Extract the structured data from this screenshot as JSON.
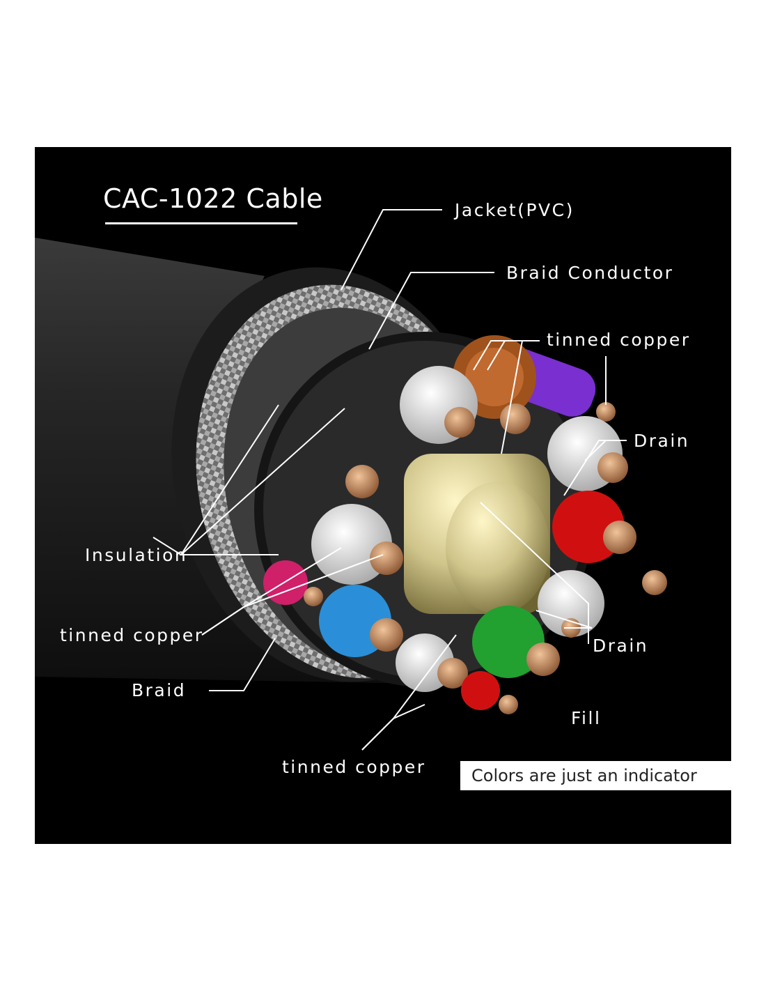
{
  "title": "CAC-1022 Cable",
  "labels": {
    "jacket": "Jacket(PVC)",
    "braid_conductor": "Braid Conductor",
    "tinned_copper_top": "tinned copper",
    "drain_top": "Drain",
    "insulation": "Insulation",
    "tinned_copper_left": "tinned copper",
    "braid": "Braid",
    "drain_bottom": "Drain",
    "fill": "Fill",
    "tinned_copper_bottom": "tinned copper"
  },
  "note": "Colors are just an indicator",
  "colors": {
    "background": "#000000",
    "jacket": "#2a2a2a",
    "braid": "#9a9a9a",
    "copper": "#b8734a",
    "fill": "#d9cf9a",
    "purple": "#7a2fd0",
    "orange": "#a0521c",
    "red": "#d01010",
    "blue": "#2a8fd8",
    "green": "#22a030",
    "magenta": "#d0206a",
    "white_insulation": "#e4e4e4"
  }
}
